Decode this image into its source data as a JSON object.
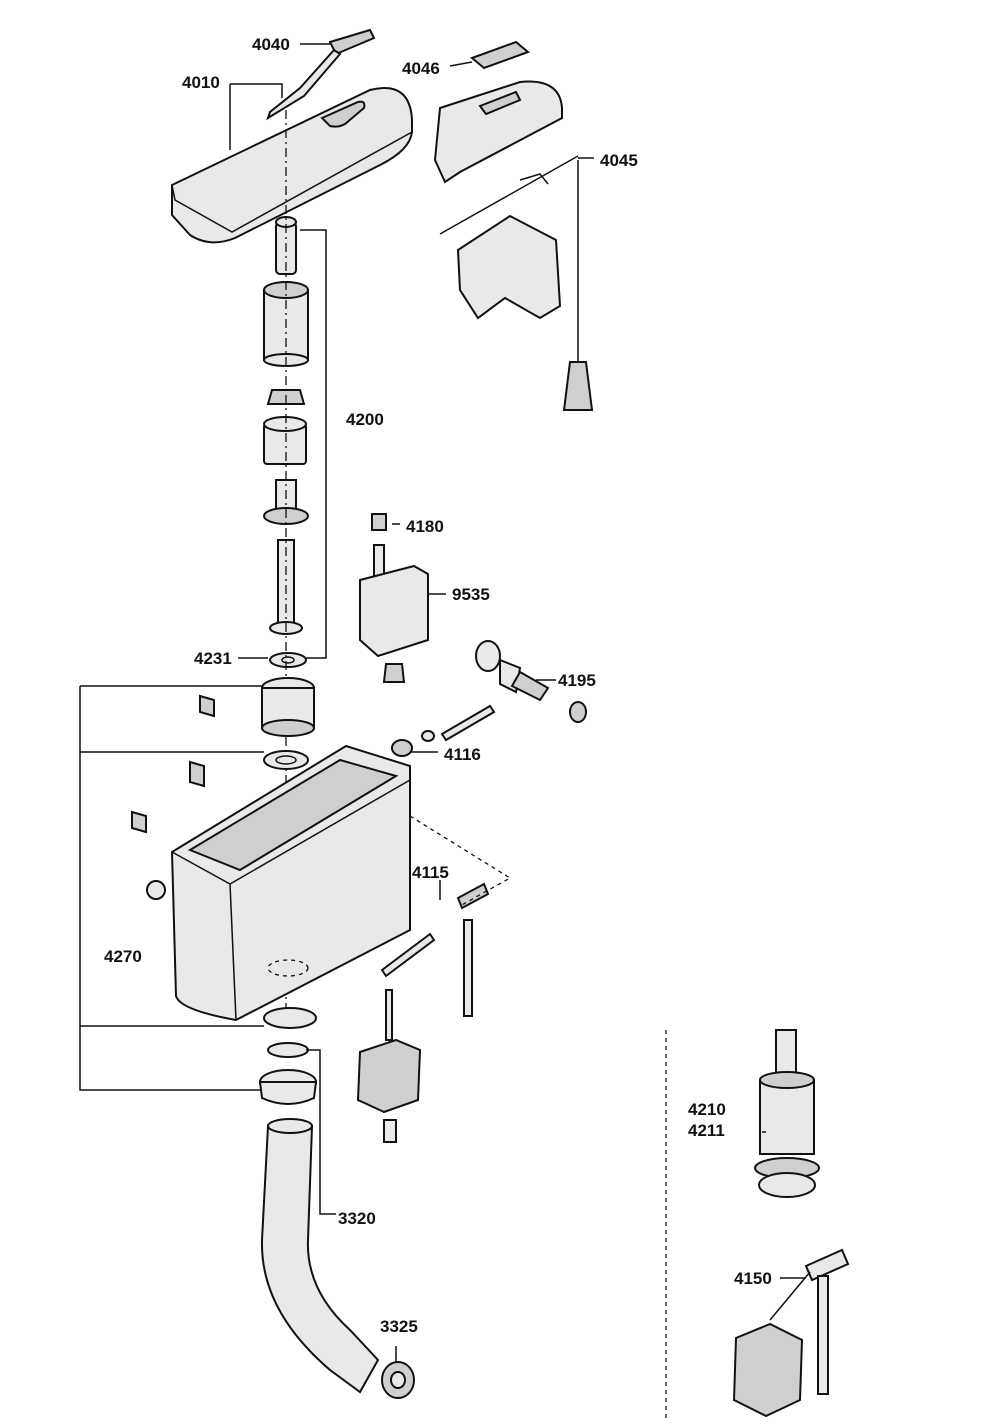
{
  "diagram": {
    "labels": {
      "l4040": "4040",
      "l4010": "4010",
      "l4046": "4046",
      "l4045": "4045",
      "l4200": "4200",
      "l4180": "4180",
      "l9535": "9535",
      "l4231": "4231",
      "l4195": "4195",
      "l4116": "4116",
      "l4115": "4115",
      "l4270": "4270",
      "l4210": "4210",
      "l4211": "4211",
      "l3320": "3320",
      "l4150": "4150",
      "l3325": "3325"
    }
  }
}
